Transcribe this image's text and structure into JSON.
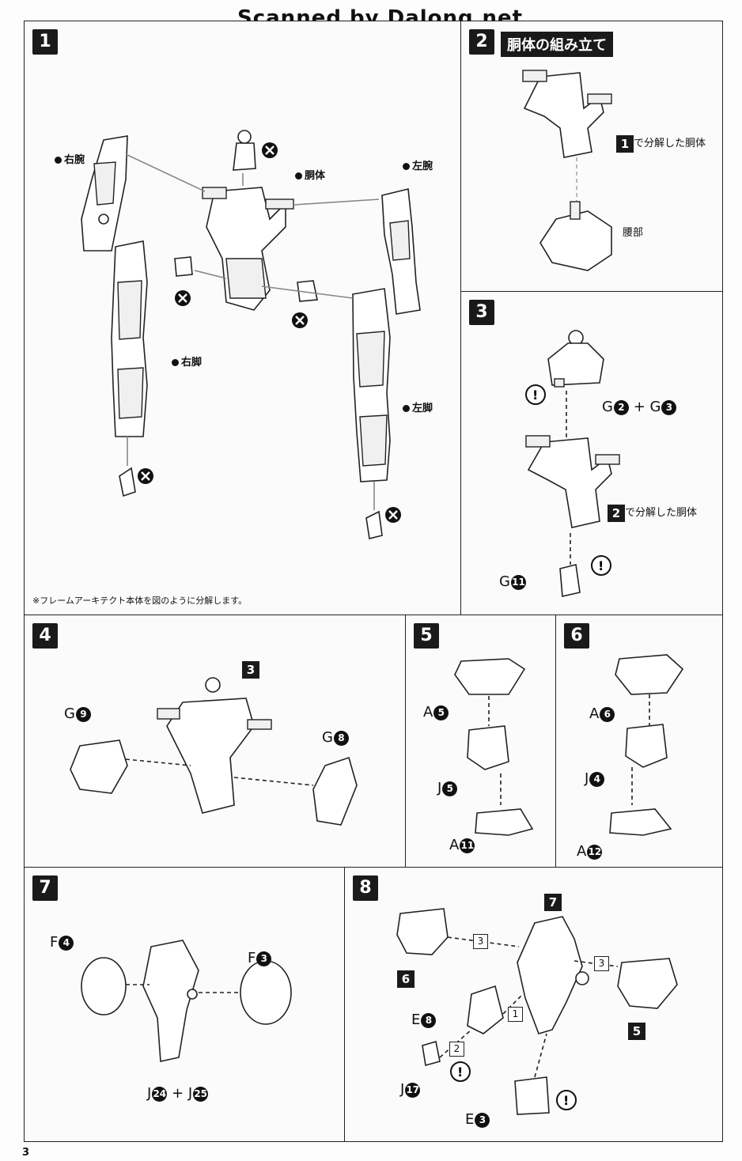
{
  "watermark": "Scanned by Dalong.net",
  "page_number": "3",
  "step1": {
    "num": "1",
    "labels": {
      "right_arm": "右腕",
      "torso": "胴体",
      "left_arm": "左腕",
      "right_leg": "右脚",
      "left_leg": "左脚"
    },
    "note": "※フレームアーキテクト本体を図のように分解します。"
  },
  "step2": {
    "num": "2",
    "title": "胴体の組み立て",
    "ref_step": "1",
    "ref_text": "で分解した胴体",
    "waist": "腰部"
  },
  "step3": {
    "num": "3",
    "g2": "G",
    "g2_num": "2",
    "plus": "+",
    "g3": "G",
    "g3_num": "3",
    "ref_step": "2",
    "ref_text": "で分解した胴体",
    "g11": "G",
    "g11_num": "11"
  },
  "step4": {
    "num": "4",
    "ref": "3",
    "g9": "G",
    "g9_num": "9",
    "g8": "G",
    "g8_num": "8"
  },
  "step5": {
    "num": "5",
    "a5": "A",
    "a5_num": "5",
    "j5": "J",
    "j5_num": "5",
    "a11": "A",
    "a11_num": "11"
  },
  "step6": {
    "num": "6",
    "a6": "A",
    "a6_num": "6",
    "j4": "J",
    "j4_num": "4",
    "a12": "A",
    "a12_num": "12"
  },
  "step7": {
    "num": "7",
    "f4": "F",
    "f4_num": "4",
    "f3": "F",
    "f3_num": "3",
    "j24": "J",
    "j24_num": "24",
    "plus": "+",
    "j25": "J",
    "j25_num": "25"
  },
  "step8": {
    "num": "8",
    "ref7": "7",
    "ref6": "6",
    "ref5": "5",
    "order3a": "3",
    "order3b": "3",
    "order1": "1",
    "order2": "2",
    "e8": "E",
    "e8_num": "8",
    "j17": "J",
    "j17_num": "17",
    "e3": "E",
    "e3_num": "3"
  }
}
